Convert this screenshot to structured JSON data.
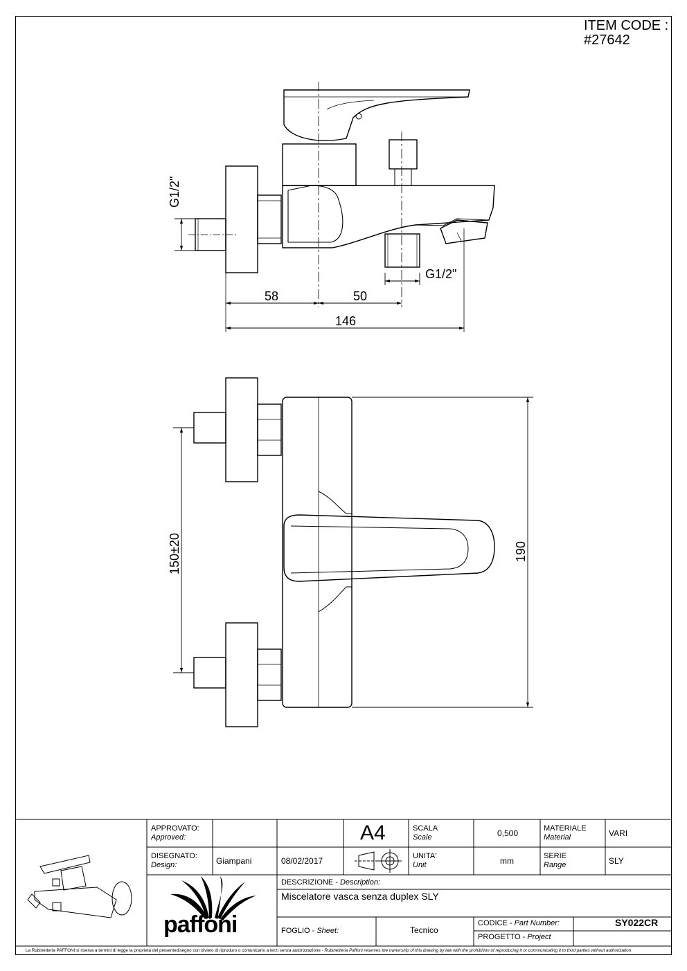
{
  "header": {
    "item_code_label": "ITEM CODE :",
    "item_code_value": "#27642"
  },
  "dimensions": {
    "side_inlet_thread": "G1/2\"",
    "bottom_outlet_thread": "G1/2\"",
    "wall_to_axis": "58",
    "axis_to_outlet": "50",
    "overall_depth": "146",
    "inlet_spacing": "150±20",
    "overall_width": "190"
  },
  "title_block": {
    "approved_label": "APPROVATO:",
    "approved_label_en": "Approved:",
    "design_label": "DISEGNATO:",
    "design_label_en": "Design:",
    "designer": "Giampani",
    "date": "08/02/2017",
    "format": "A4",
    "scale_label": "SCALA",
    "scale_label_en": "Scale",
    "scale_value": "0,500",
    "unit_label": "UNITA'",
    "unit_label_en": "Unit",
    "unit_value": "mm",
    "material_label": "MATERIALE",
    "material_label_en": "Material",
    "material_value": "VARI",
    "series_label": "SERIE",
    "series_label_en": "Range",
    "series_value": "SLY",
    "description_label": "DESCRIZIONE - ",
    "description_label_en": "Description:",
    "description_value": "Miscelatore vasca senza duplex  SLY",
    "sheet_label": "FOGLIO - ",
    "sheet_label_en": "Sheet:",
    "sheet_value": "Tecnico",
    "part_label": "CODICE - ",
    "part_label_en": "Part Number:",
    "part_value": "SY022CR",
    "project_label": "PROGETTO - ",
    "project_label_en": "Project",
    "logo_text": "paffoni"
  },
  "footer": {
    "italian": "La Rubinetteria PAFFONI si riserva a termini di legge la proprietà del presentedisegno con divieto di riproduro o comunicario a terzi senza autorizzazione - ",
    "english": "Rubinetteria Paffoni reserves the ownership of this drawing by law with the prohibition of reproducing it or communicating it to third parties without authorization"
  }
}
